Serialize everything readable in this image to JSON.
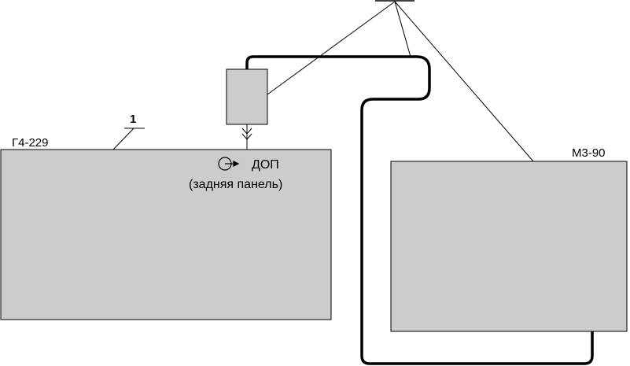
{
  "colors": {
    "box_fill": "#cccccc",
    "stroke": "#000000",
    "background": "#ffffff"
  },
  "labels": {
    "generator": "Г4-229",
    "meter": "М3-90",
    "callout_number": "1",
    "port": "ДОП",
    "port_location": "(задняя панель)"
  },
  "icons": {
    "port_symbol": "circle-arrow-output-icon",
    "connector_symbol": "coax-connector-icon"
  }
}
